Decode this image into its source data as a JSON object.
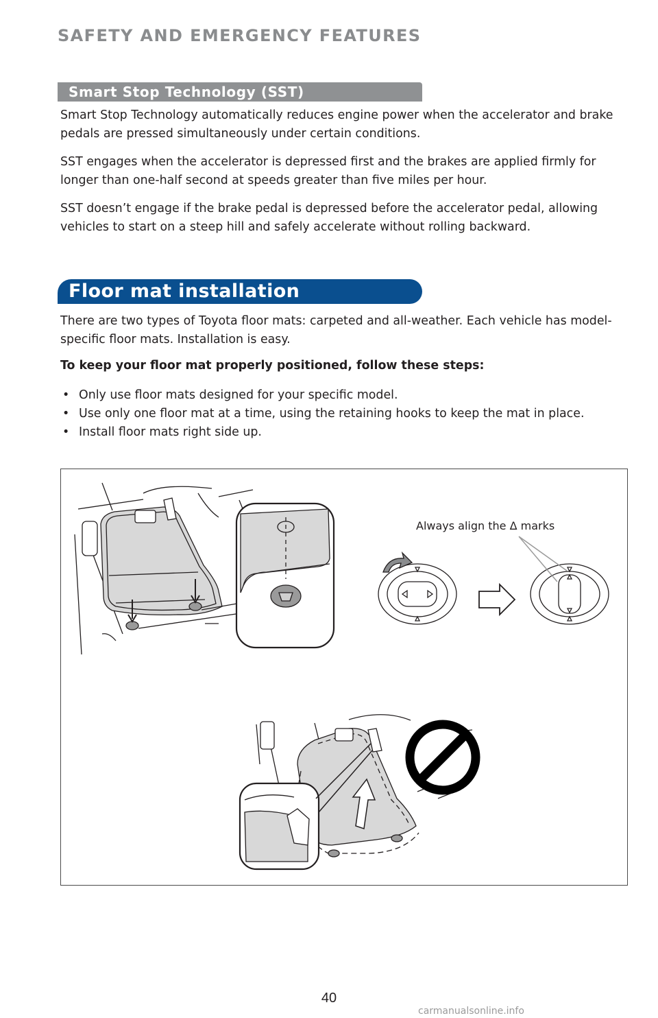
{
  "header": {
    "section_title": "SAFETY AND EMERGENCY FEATURES"
  },
  "sst": {
    "banner": "Smart Stop Technology (SST)",
    "paragraphs": [
      "Smart Stop Technology automatically reduces engine power when the accelerator and brake pedals are pressed simultaneously under certain conditions.",
      "SST engages when the accelerator is depressed first and the brakes are applied firmly for longer than one-half second at speeds greater than five miles per hour.",
      "SST doesn’t engage if the brake pedal is depressed before the accelerator pedal, allowing vehicles to start on a steep hill and safely accelerate without rolling backward."
    ]
  },
  "floor_mat": {
    "banner": "Floor mat installation",
    "intro": "There are two types of Toyota floor mats: carpeted and all-weather. Each vehicle has model-specific floor mats. Installation is easy.",
    "steps_heading": "To keep your floor mat properly positioned, follow these steps:",
    "bullet_glyph": "•",
    "steps": [
      "Only use floor mats designed for your specific model.",
      "Use only one floor mat at a time, using the retaining hooks to keep the mat in place.",
      "Install floor mats right side up."
    ]
  },
  "figure": {
    "callout": "Always align the Δ marks"
  },
  "footer": {
    "page_number": "40",
    "watermark": "carmanualsonline.info"
  },
  "colors": {
    "header_gray": "#8a8c8e",
    "sst_banner": "#8f9193",
    "floor_banner": "#0a4f8f",
    "prohibit_red": "#000000"
  }
}
